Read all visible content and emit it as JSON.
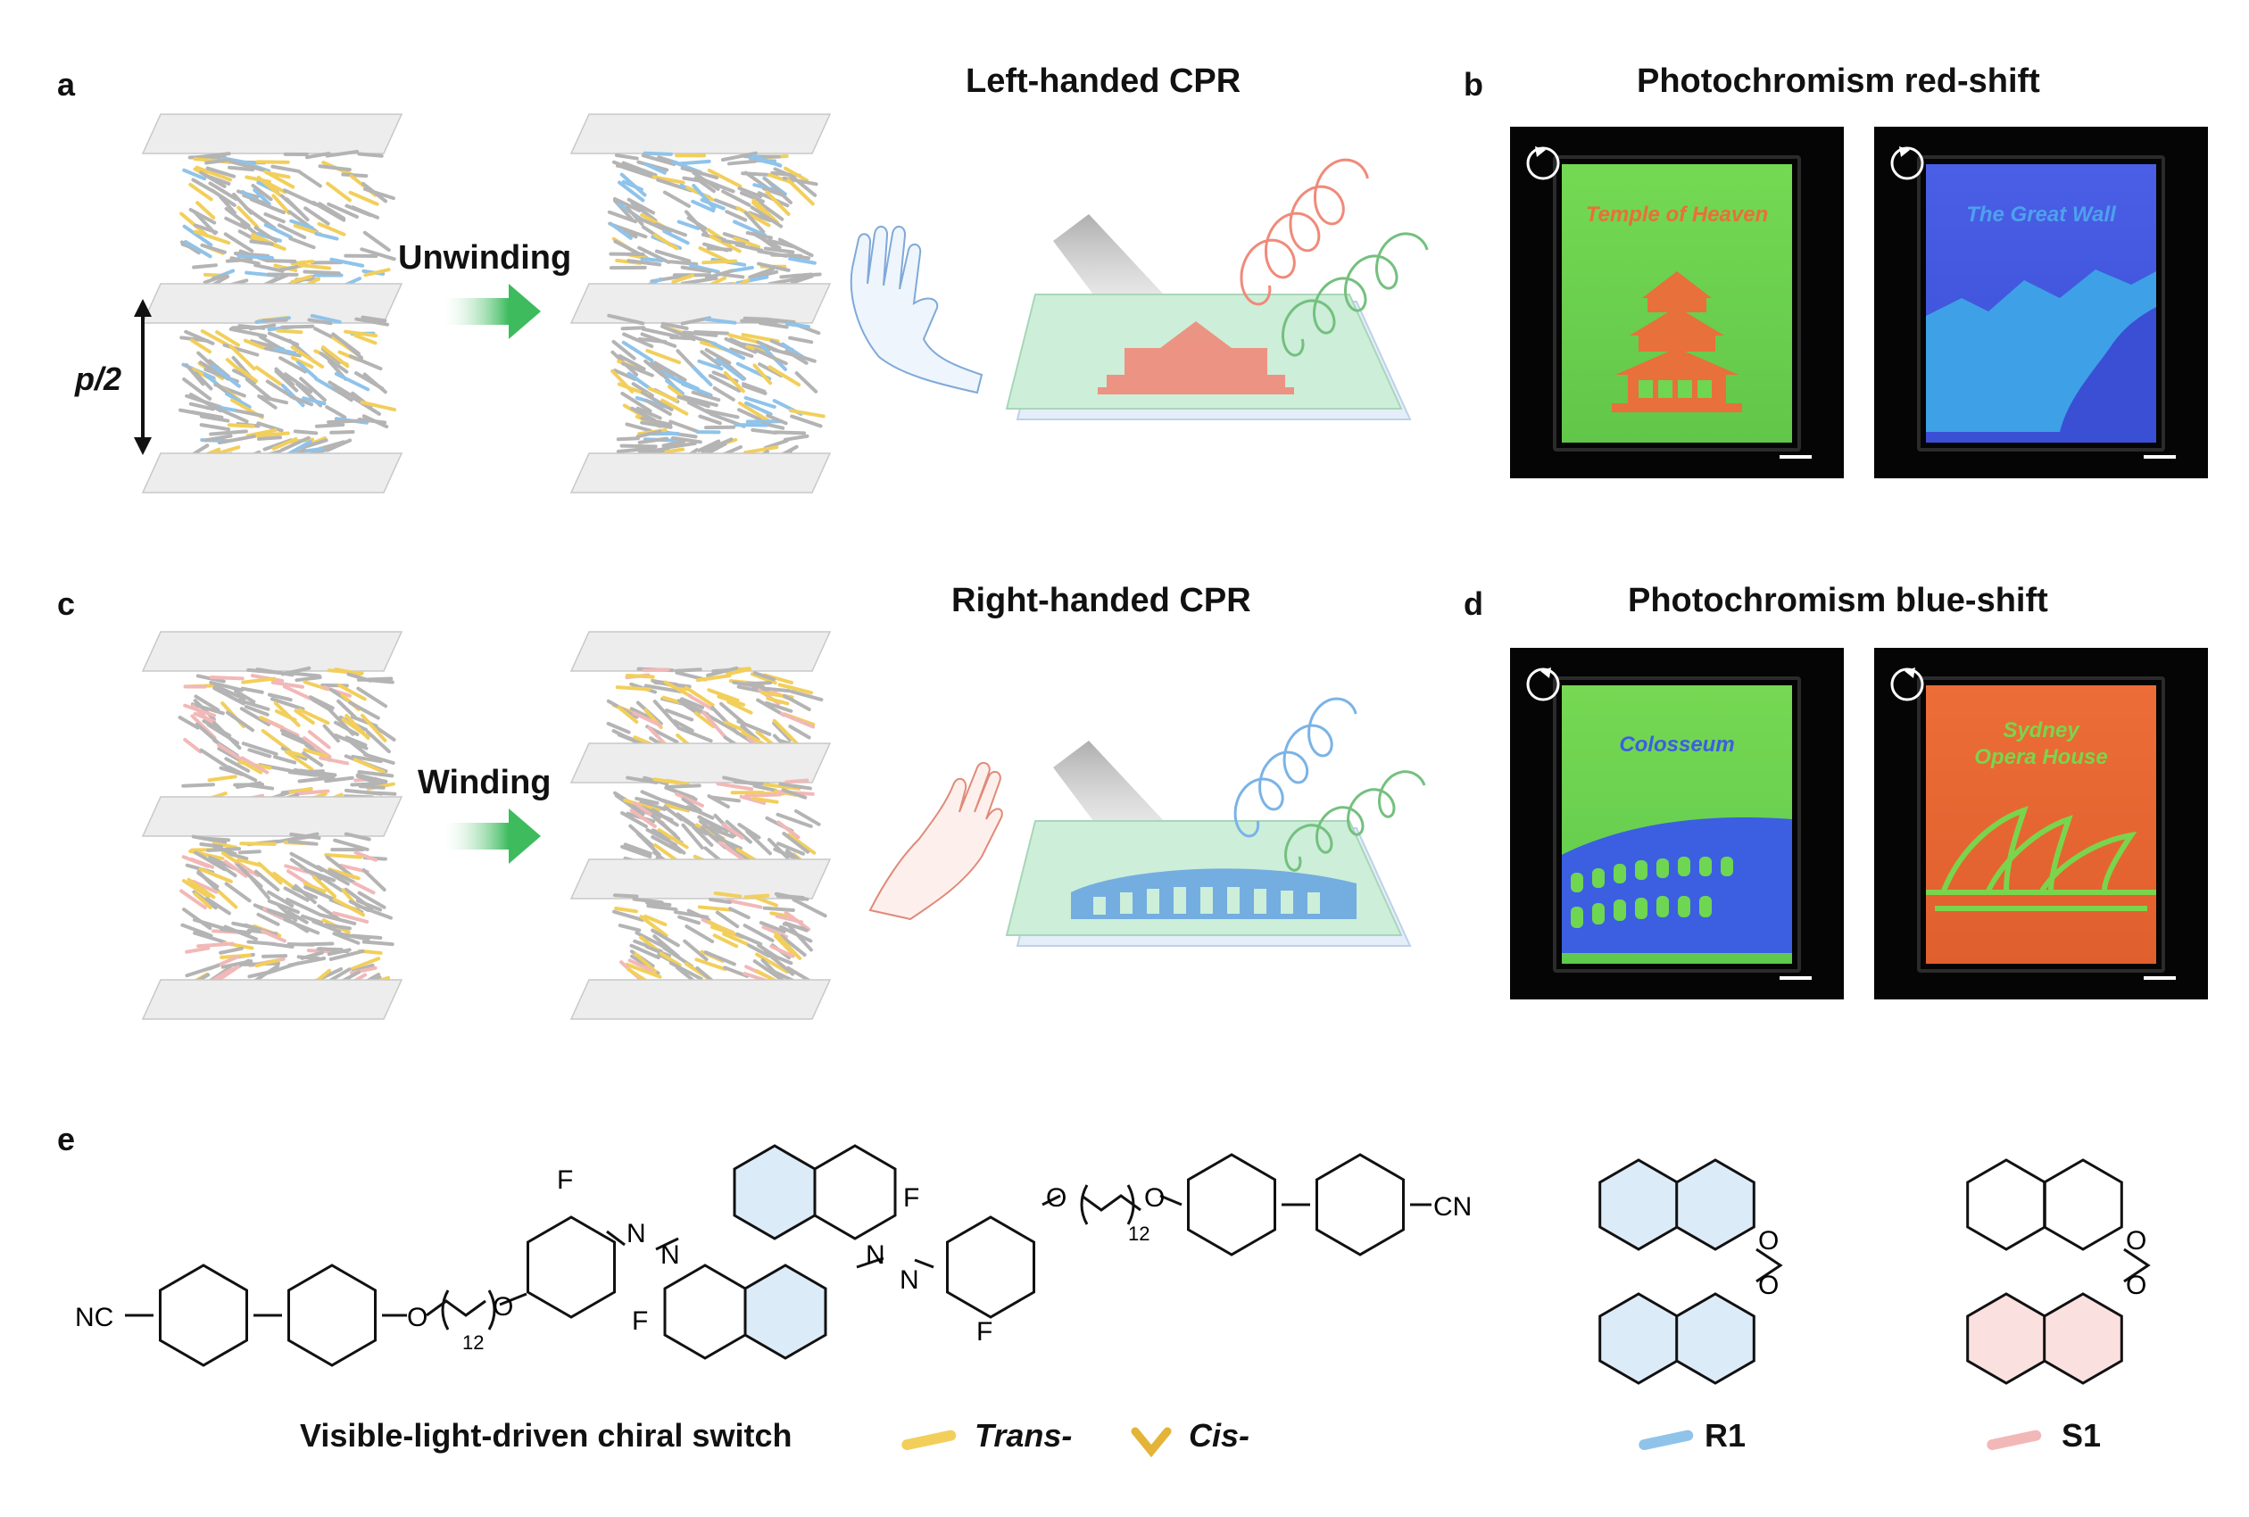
{
  "panels": {
    "a": "a",
    "b": "b",
    "c": "c",
    "d": "d",
    "e": "e"
  },
  "headings": {
    "left_cpr": "Left-handed CPR",
    "right_cpr": "Right-handed CPR",
    "red_shift": "Photochromism red-shift",
    "blue_shift": "Photochromism blue-shift"
  },
  "arrows": {
    "unwinding": "Unwinding",
    "winding": "Winding"
  },
  "pitch_label": "p/2",
  "photos": {
    "temple": "Temple of Heaven",
    "great_wall": "The Great Wall",
    "colosseum": "Colosseum",
    "sydney_line1": "Sydney",
    "sydney_line2": "Opera House"
  },
  "legend": {
    "switch": "Visible-light-driven chiral switch",
    "trans": "Trans-",
    "cis": "Cis-",
    "r1": "R1",
    "s1": "S1"
  },
  "chem_labels": {
    "nc": "NC",
    "cn": "CN",
    "f": "F",
    "o": "O",
    "n": "N",
    "twelve": "12"
  },
  "colors": {
    "trans_yellow": "#f2cf5b",
    "blue_rod": "#8fc3ea",
    "pink_rod": "#f2b8b8",
    "arrow_green": "#4cc46a",
    "film_green": "#bfe8cc",
    "photo_green": "#6fd651",
    "photo_blue": "#3b5fe0",
    "photo_orange": "#e86a34",
    "helix_red": "#f08a7a",
    "helix_green": "#74c07f",
    "helix_blue": "#7ab3e6",
    "ring_blue_fill": "#dcebf8",
    "ring_pink_fill": "#fbe0e0"
  }
}
